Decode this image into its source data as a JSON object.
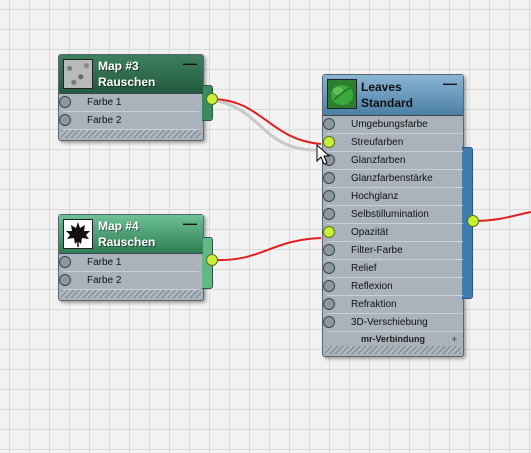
{
  "colors": {
    "wire": "#e02020",
    "socket_connected": "#c8f03a",
    "map3_header": "#2f6d4c",
    "map4_header": "#4fa878",
    "material_header": "#6a9ac0"
  },
  "map3": {
    "title_line1": "Map #3",
    "title_line2": "Rauschen",
    "minimize": "—",
    "thumb_icon": "noise-texture-icon",
    "slots": [
      "Farbe 1",
      "Farbe 2"
    ]
  },
  "map4": {
    "title_line1": "Map #4",
    "title_line2": "Rauschen",
    "minimize": "—",
    "thumb_icon": "maple-leaf-icon",
    "slots": [
      "Farbe 1",
      "Farbe 2"
    ]
  },
  "material": {
    "title_line1": "Leaves",
    "title_line2": "Standard",
    "minimize": "—",
    "thumb_icon": "leaf-material-icon",
    "slots": [
      "Umgebungsfarbe",
      "Streufarben",
      "Glanzfarben",
      "Glanzfarbenstärke",
      "Hochglanz",
      "Selbstillumination",
      "Opazität",
      "Filter-Farbe",
      "Relief",
      "Reflexion",
      "Refraktion",
      "3D-Verschiebung"
    ],
    "connected_slots": [
      "Streufarben",
      "Opazität"
    ],
    "footer_label": "mr-Verbindung",
    "footer_expand": "+"
  }
}
